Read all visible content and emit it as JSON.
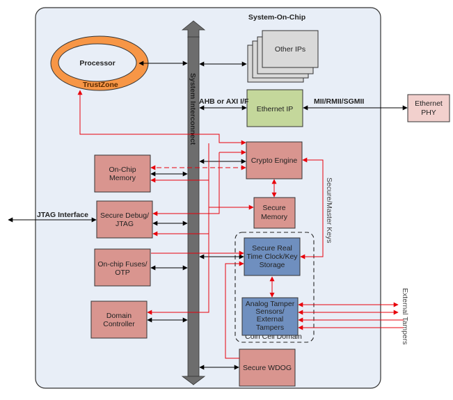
{
  "title": "System-On-Chip",
  "bus": {
    "label": "System Interconnect",
    "interface_label": "AHB or AXI I/F"
  },
  "processor": {
    "label": "Processor",
    "ring_label": "TrustZone"
  },
  "blocks": {
    "other_ips": "Other IPs",
    "ethernet_ip": "Ethernet IP",
    "ethernet_phy": [
      "Ethernet",
      "PHY"
    ],
    "crypto_engine": "Crypto Engine",
    "secure_memory": [
      "Secure",
      "Memory"
    ],
    "on_chip_memory": [
      "On-Chip",
      "Memory"
    ],
    "secure_debug": [
      "Secure Debug/",
      "JTAG"
    ],
    "fuses": [
      "On-chip Fuses/",
      "OTP"
    ],
    "domain_controller": [
      "Domain",
      "Controller"
    ],
    "rtc": [
      "Secure Real",
      "Time Clock/Key",
      "Storage"
    ],
    "tamper": [
      "Analog Tamper",
      "Sensors/",
      "External",
      "Tampers"
    ],
    "wdog": "Secure WDOG"
  },
  "labels": {
    "mii": "MII/RMII/SGMII",
    "jtag_interface": "JTAG Interface",
    "secure_master_keys": "Secure/Master Keys",
    "external_tampers": "External Tampers",
    "coin_cell_domain": "Coin Cell Domain"
  },
  "colors": {
    "soc_bg": "#e8eef7",
    "block_red": "#d9958f",
    "block_blue": "#6f8fbf",
    "block_green": "#c4d79b",
    "block_gray": "#d9d9d9",
    "phy": "#f2d0cd",
    "trustzone": "#f79646",
    "bus": "#6d6d6d",
    "secure_line": "#e8000b",
    "line": "#000000"
  }
}
